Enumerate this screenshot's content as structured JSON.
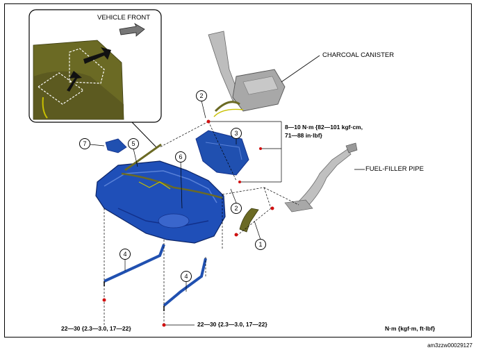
{
  "labels": {
    "vehicle_front": "VEHICLE FRONT",
    "charcoal_canister": "CHARCOAL CANISTER",
    "fuel_filler_pipe": "FUEL-FILLER PIPE",
    "torque_upper_line1": "8—10 N·m {82—101 kgf·cm,",
    "torque_upper_line2": "71—88 in·lbf}",
    "torque_lower_left": "22—30 {2.3—3.0, 17—22}",
    "torque_lower_right": "22—30 {2.3—3.0, 17—22}",
    "units": "N·m {kgf·m, ft·lbf}",
    "figure_code": "am3zzw00029127"
  },
  "callouts": {
    "c1": "1",
    "c2a": "2",
    "c2b": "2",
    "c3": "3",
    "c4a": "4",
    "c4b": "4",
    "c5": "5",
    "c6": "6",
    "c7": "7"
  },
  "colors": {
    "tank": "#1f4fb8",
    "tank_dark": "#12308a",
    "strap": "#2050b0",
    "detail_olive": "#6b6a24",
    "yellow_line": "#c8c000",
    "gray_part": "#9a9a9a",
    "red_mark": "#d01010"
  },
  "icons": [
    "arrow-right-icon",
    "arrow-up-icon",
    "bolt-icon"
  ]
}
